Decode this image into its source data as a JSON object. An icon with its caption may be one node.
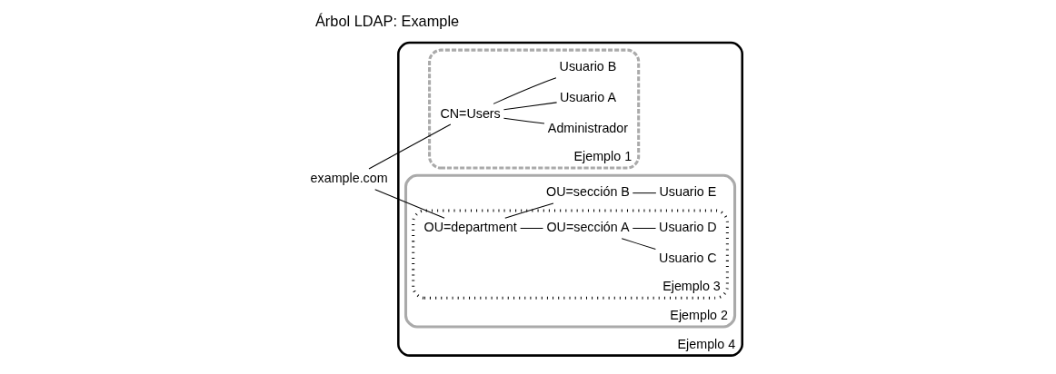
{
  "diagram": {
    "title": "Árbol LDAP: Example",
    "nodes": [
      {
        "text": [
          "Ejemplo 4"
        ]
      },
      {
        "text": [
          "Ejemplo 1"
        ],
        "in": 0
      },
      {
        "text": [
          "CN=Users"
        ],
        "in": 1
      },
      {
        "text": [
          "Administrador"
        ],
        "in": 1
      },
      {
        "text": [
          "Usuario A"
        ],
        "in": 1
      },
      {
        "text": [
          "Usuario B"
        ],
        "in": 1
      },
      {
        "text": [
          "Ejemplo 2"
        ],
        "in": 0
      },
      {
        "text": [
          "Ejemplo 3"
        ],
        "in": 6
      },
      {
        "text": [
          "OU=department"
        ],
        "in": 7
      },
      {
        "text": [
          "OU=sección A"
        ],
        "in": 7
      },
      {
        "text": [
          "Usuario C"
        ],
        "in": 7
      },
      {
        "text": [
          "Usuario D"
        ],
        "in": 7
      },
      {
        "text": [
          "OU=sección B"
        ],
        "in": 6
      },
      {
        "text": [
          "Usuario E"
        ],
        "in": 6
      },
      {
        "text": [
          "example.com"
        ]
      }
    ],
    "edges": [
      {
        "from": 14,
        "to": 2,
        "arrow": "none"
      },
      {
        "from": 14,
        "to": 8,
        "arrow": "none"
      },
      {
        "from": 2,
        "to": 3,
        "arrow": "none"
      },
      {
        "from": 2,
        "to": 4,
        "arrow": "none"
      },
      {
        "from": 2,
        "to": 5,
        "arrow": "none"
      },
      {
        "from": 8,
        "to": 9,
        "arrow": "none"
      },
      {
        "from": 8,
        "to": 12,
        "arrow": "none"
      },
      {
        "from": 9,
        "to": 10,
        "arrow": "none"
      },
      {
        "from": 9,
        "to": 11,
        "arrow": "none"
      },
      {
        "from": 12,
        "to": 13,
        "arrow": "none"
      }
    ]
  }
}
